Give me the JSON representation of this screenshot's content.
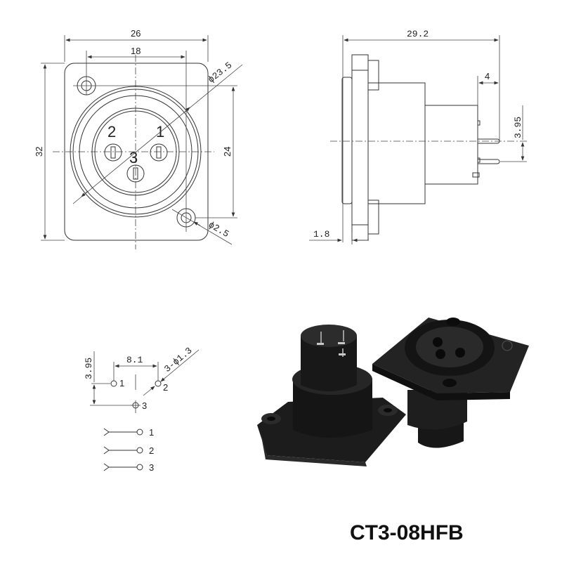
{
  "product": {
    "model": "CT3-08HFB"
  },
  "front_view": {
    "dimensions": {
      "overall_width": "26",
      "hole_spacing_x": "18",
      "overall_height": "32",
      "hole_spacing_y": "24",
      "body_diameter": "ϕ23.5",
      "mount_hole_diameter": "ϕ2.5"
    },
    "pin_labels": [
      "1",
      "2",
      "3"
    ]
  },
  "side_view": {
    "dimensions": {
      "overall_length": "29.2",
      "pin_length": "4",
      "pin_pitch_vertical": "3.95",
      "flange_thickness": "1.8"
    }
  },
  "pcb_footprint": {
    "dimensions": {
      "vertical_offset": "3.95",
      "horizontal_pitch": "8.1",
      "hole_spec": "3-ϕ1.3"
    },
    "pin_labels": [
      "1",
      "2",
      "3"
    ]
  },
  "schematic": {
    "pins": [
      "1",
      "2",
      "3"
    ]
  },
  "photo": {
    "description": "Two black panel-mount XLR female connectors, rear and front views"
  }
}
